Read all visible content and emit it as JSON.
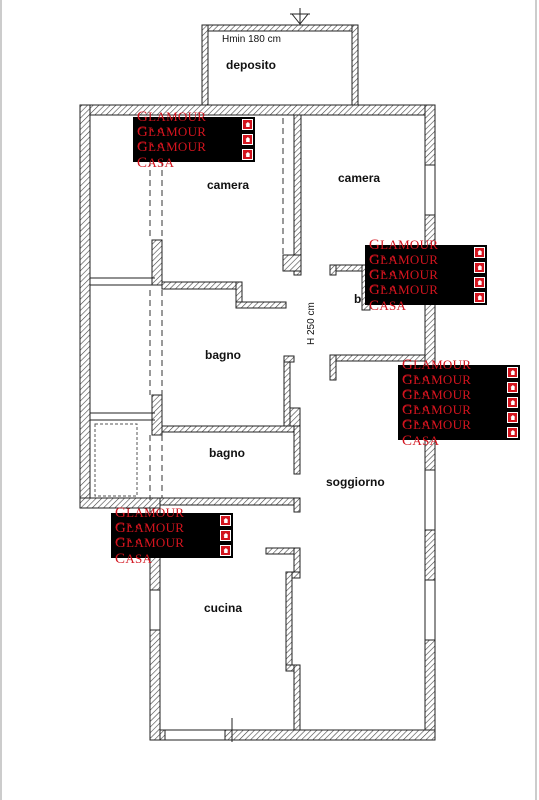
{
  "rooms": {
    "deposito": "deposito",
    "camera_1": "camera",
    "camera_2": "camera",
    "bagno_1": "bagno",
    "bagno_2": "bagno",
    "soggiorno": "soggiorno",
    "cucina": "cucina",
    "partial": "b"
  },
  "notes": {
    "hmin": "Hmin 180 cm",
    "height": "H 250 cm"
  },
  "watermark": {
    "brand_g": "G",
    "brand_rest": "LAMOUR ",
    "brand_c": "C",
    "brand_end": "ASA",
    "icon": "home-icon",
    "color": "#d2141e"
  }
}
